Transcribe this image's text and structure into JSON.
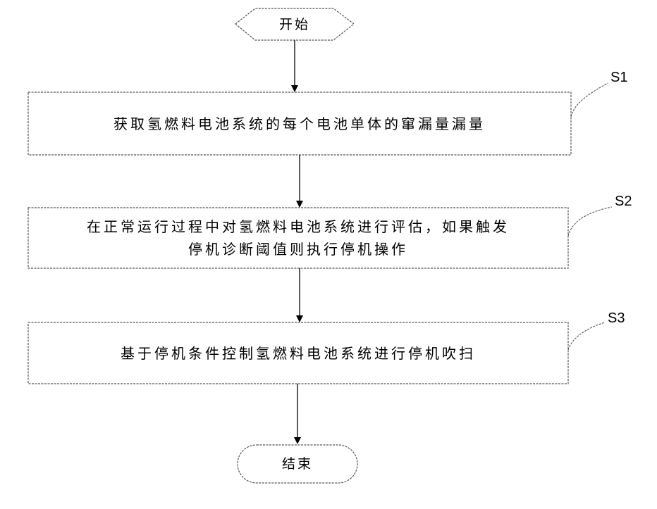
{
  "flowchart": {
    "start": {
      "label": "开始"
    },
    "steps": [
      {
        "id": "S1",
        "text": "获取氢燃料电池系统的每个电池单体的窜漏量漏量"
      },
      {
        "id": "S2",
        "text": "在正常运行过程中对氢燃料电池系统进行评估，如果触发\n停机诊断阈值则执行停机操作"
      },
      {
        "id": "S3",
        "text": "基于停机条件控制氢燃料电池系统进行停机吹扫"
      }
    ],
    "end": {
      "label": "结束"
    }
  }
}
